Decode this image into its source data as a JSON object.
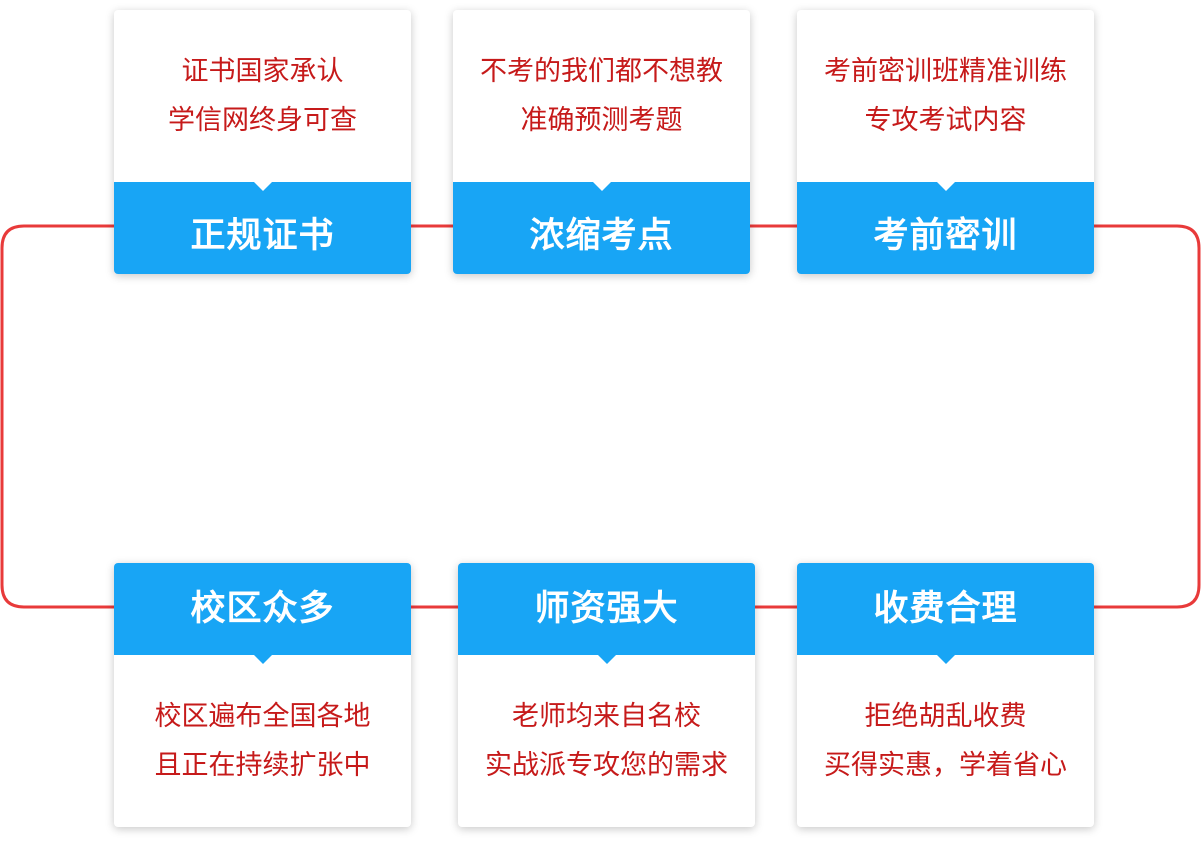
{
  "colors": {
    "accent": "#18a5f5",
    "text_red": "#c61a1a",
    "connector": "#e83a3a"
  },
  "cards": [
    {
      "title": "正规证书",
      "lines": [
        "证书国家承认",
        "学信网终身可查"
      ]
    },
    {
      "title": "浓缩考点",
      "lines": [
        "不考的我们都不想教",
        "准确预测考题"
      ]
    },
    {
      "title": "考前密训",
      "lines": [
        "考前密训班精准训练",
        "专攻考试内容"
      ]
    },
    {
      "title": "校区众多",
      "lines": [
        "校区遍布全国各地",
        "且正在持续扩张中"
      ]
    },
    {
      "title": "师资强大",
      "lines": [
        "老师均来自名校",
        "实战派专攻您的需求"
      ]
    },
    {
      "title": "收费合理",
      "lines": [
        "拒绝胡乱收费",
        "买得实惠，学着省心"
      ]
    }
  ]
}
